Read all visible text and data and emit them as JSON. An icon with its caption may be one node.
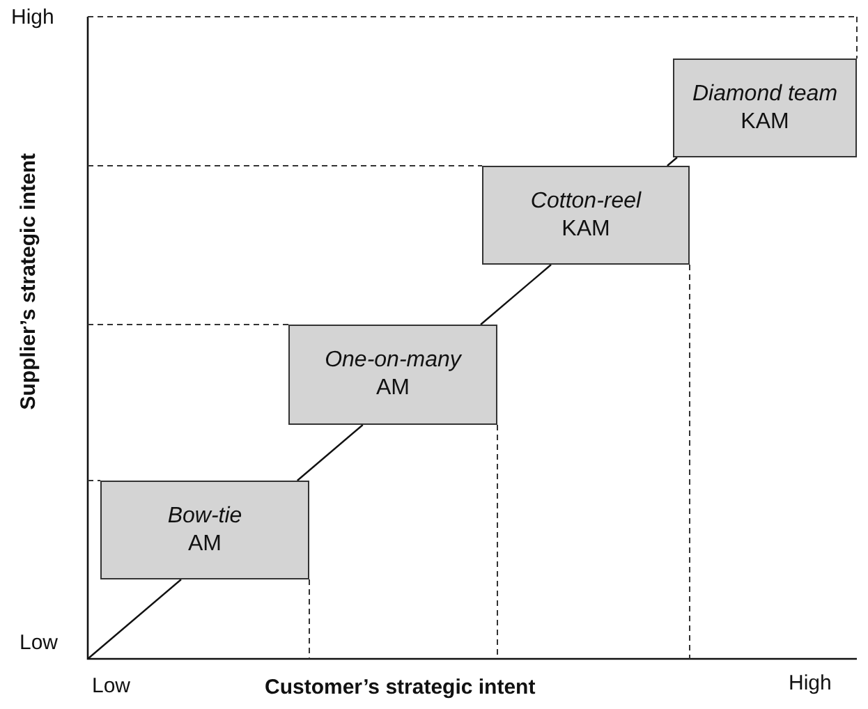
{
  "diagram": {
    "nodes": [
      {
        "text": [
          "Bow-tie",
          "AM"
        ]
      },
      {
        "text": [
          "One-on-many",
          "AM"
        ]
      },
      {
        "text": [
          "Cotton-reel",
          "KAM"
        ]
      },
      {
        "text": [
          "Diamond team",
          "KAM"
        ]
      }
    ],
    "edges": [
      {
        "from": null,
        "to": 0,
        "arrow": "none"
      },
      {
        "from": 0,
        "to": 1,
        "arrow": "none"
      },
      {
        "from": 1,
        "to": 2,
        "arrow": "none"
      },
      {
        "from": 2,
        "to": 3,
        "arrow": "none"
      }
    ],
    "labels": [
      "High",
      "Supplier’s strategic intent",
      "Low",
      "Low",
      "Customer’s strategic intent",
      "High"
    ]
  }
}
